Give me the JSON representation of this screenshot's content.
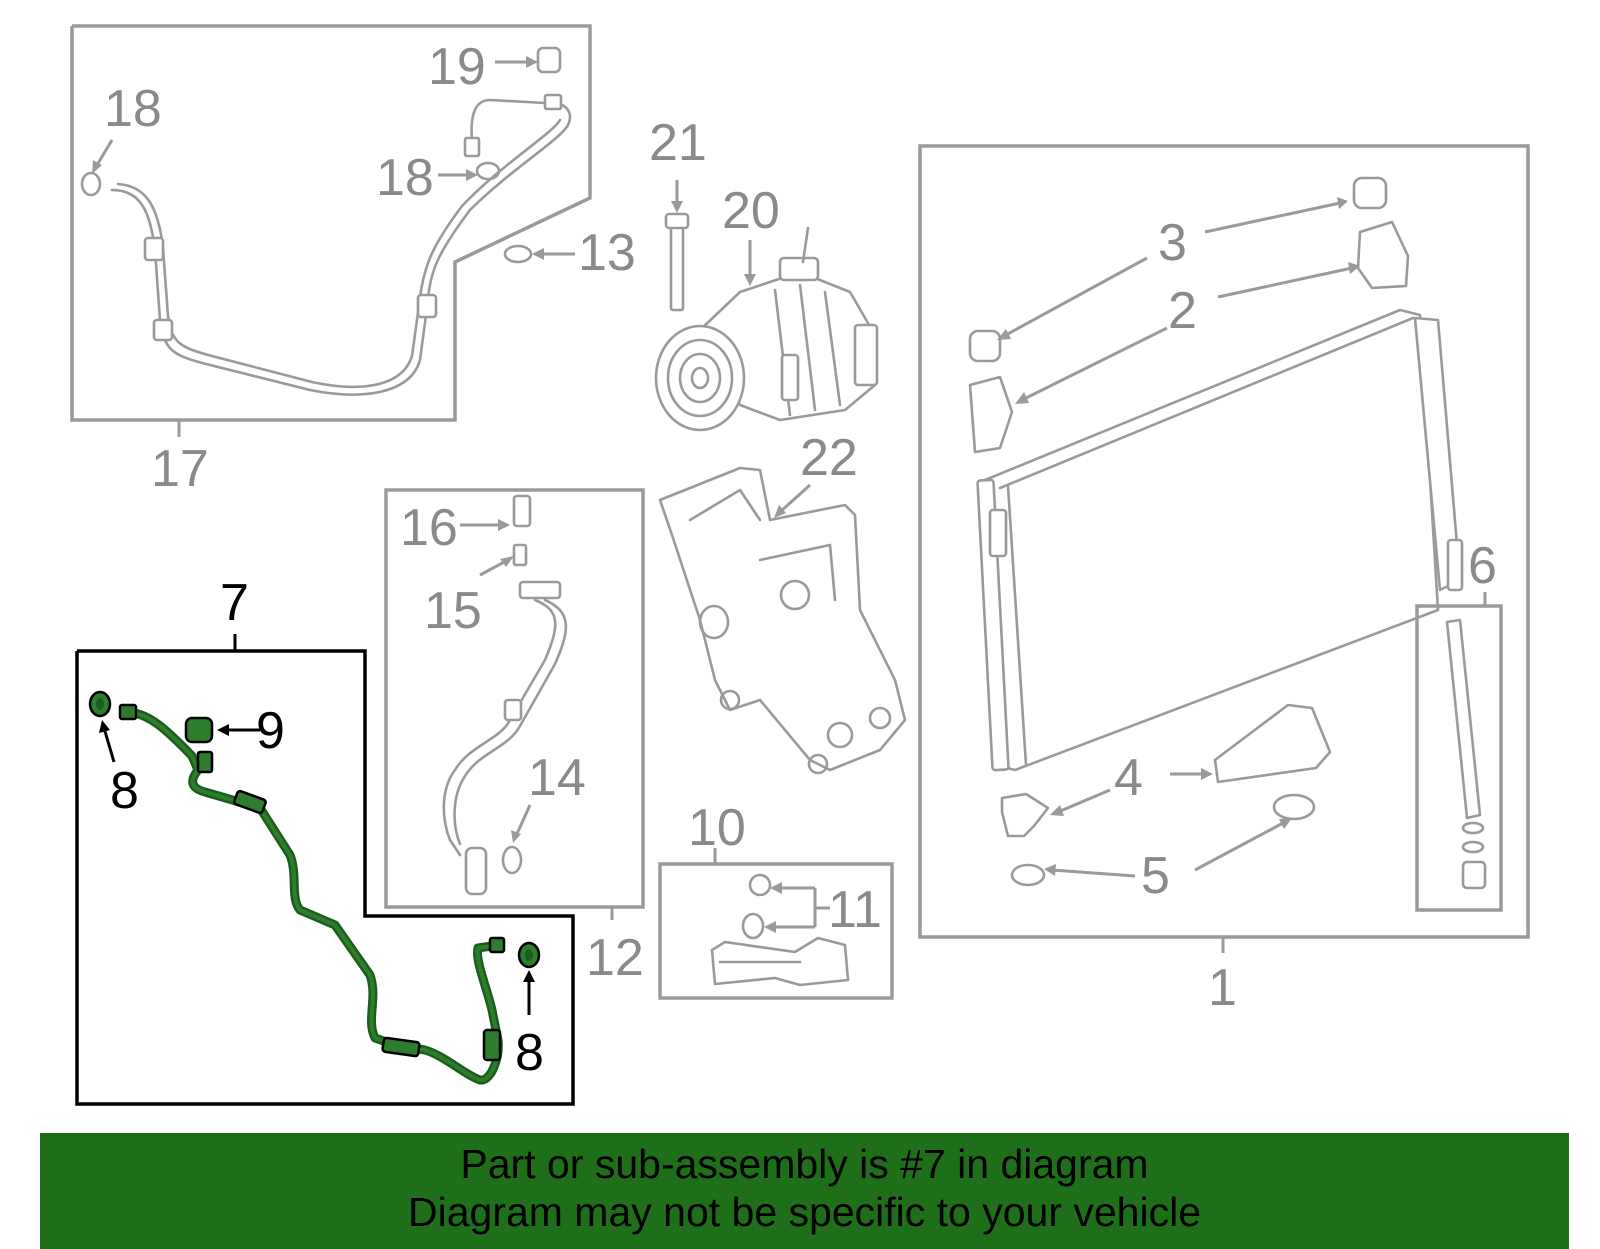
{
  "callouts": {
    "c1": "1",
    "c2": "2",
    "c3": "3",
    "c4": "4",
    "c5": "5",
    "c6": "6",
    "c7": "7",
    "c8a": "8",
    "c8b": "8",
    "c9": "9",
    "c10": "10",
    "c11": "11",
    "c12": "12",
    "c13": "13",
    "c14": "14",
    "c15": "15",
    "c16": "16",
    "c17": "17",
    "c18a": "18",
    "c18b": "18",
    "c19": "19",
    "c20": "20",
    "c21": "21",
    "c22": "22"
  },
  "highlight": {
    "part_number": "7",
    "color": "#2e7d2e"
  },
  "banner": {
    "line1": "Part or sub-assembly is #7 in diagram",
    "line2": "Diagram may not be specific to your vehicle",
    "background": "#1f6f1a"
  }
}
